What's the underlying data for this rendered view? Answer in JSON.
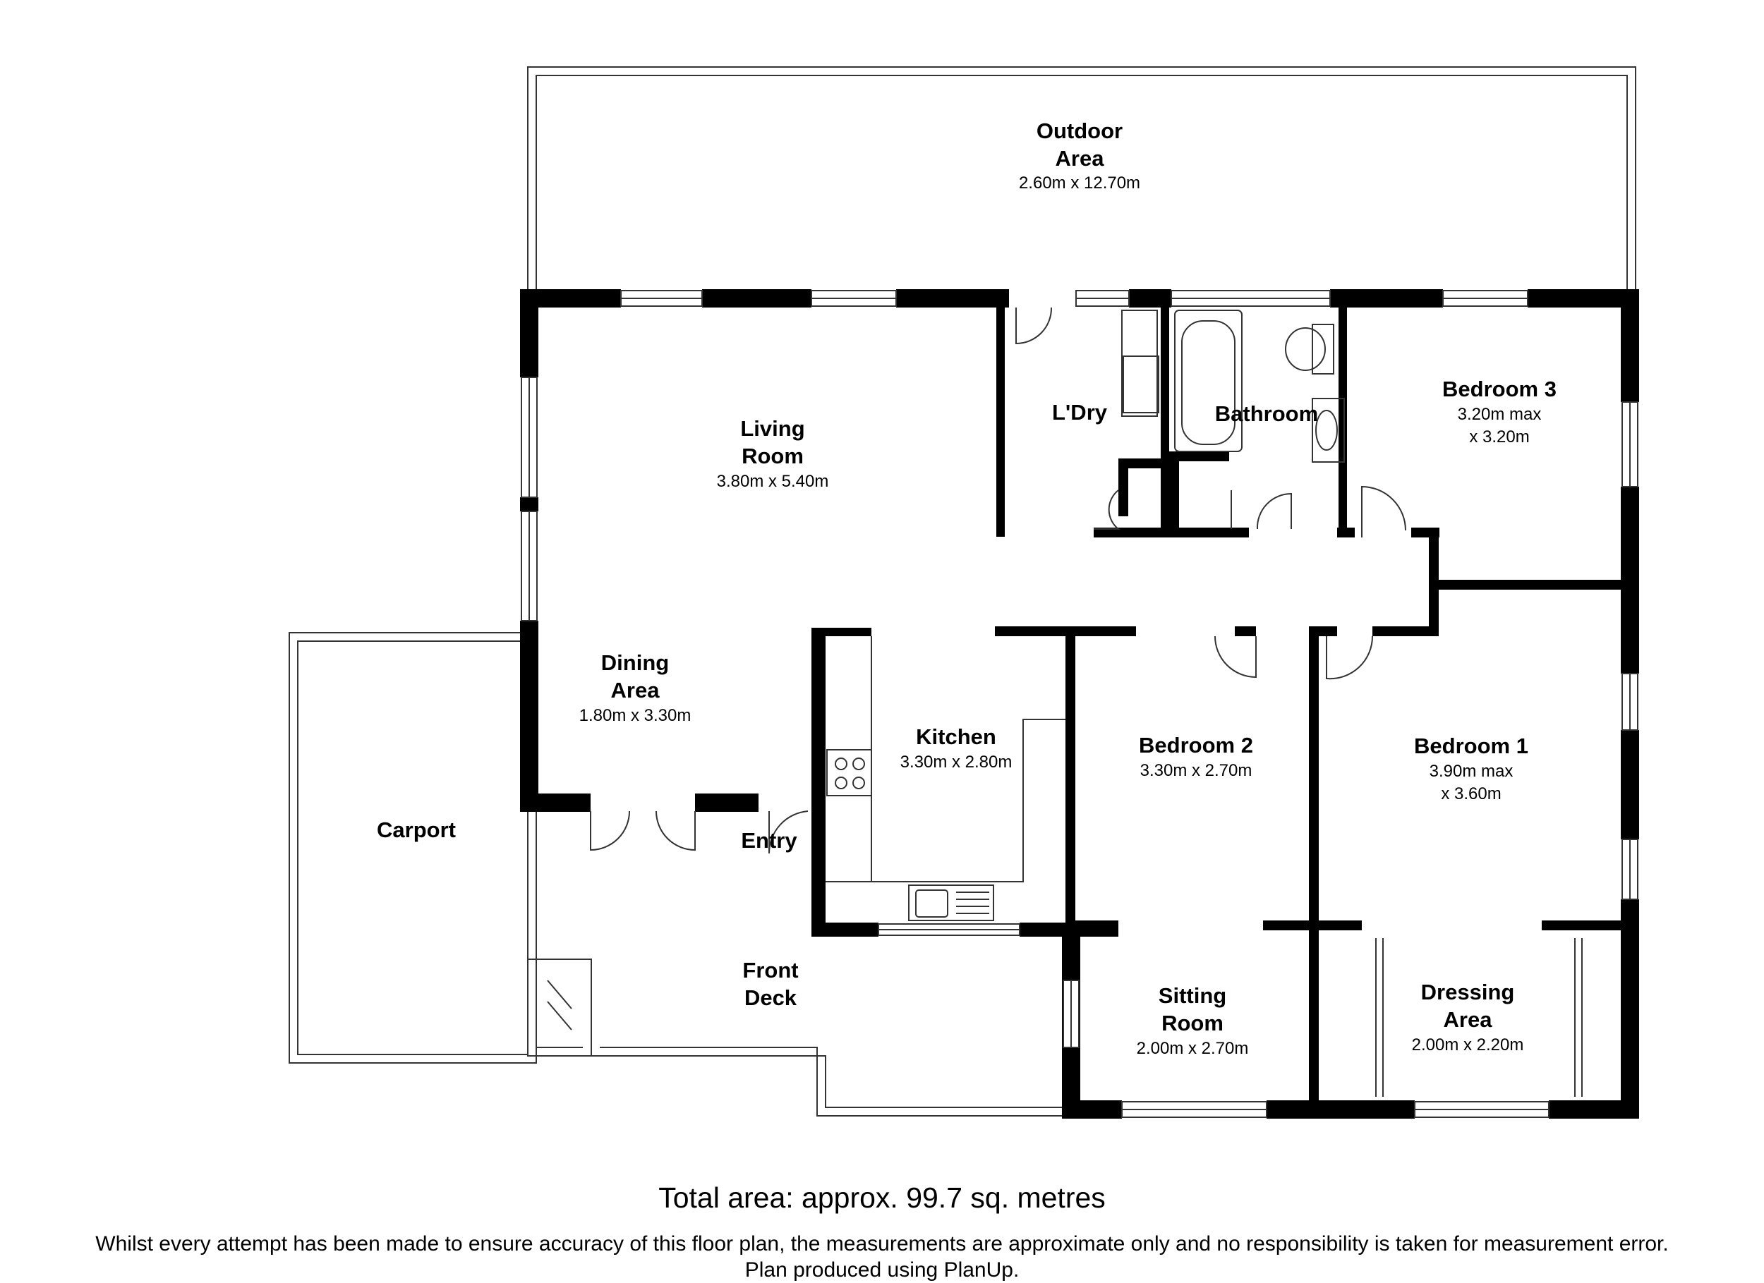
{
  "rooms": {
    "outdoor": {
      "line1": "Outdoor",
      "line2": "Area",
      "dims": "2.60m x 12.70m"
    },
    "living": {
      "line1": "Living",
      "line2": "Room",
      "dims": "3.80m x 5.40m"
    },
    "laundry": {
      "name": "L'Dry"
    },
    "bathroom": {
      "name": "Bathroom"
    },
    "bedroom3": {
      "name": "Bedroom 3",
      "dims1": "3.20m max",
      "dims2": "x 3.20m"
    },
    "dining": {
      "line1": "Dining",
      "line2": "Area",
      "dims": "1.80m x 3.30m"
    },
    "kitchen": {
      "name": "Kitchen",
      "dims": "3.30m x 2.80m"
    },
    "bedroom2": {
      "name": "Bedroom 2",
      "dims": "3.30m x 2.70m"
    },
    "bedroom1": {
      "name": "Bedroom 1",
      "dims1": "3.90m max",
      "dims2": "x 3.60m"
    },
    "carport": {
      "name": "Carport"
    },
    "entry": {
      "name": "Entry"
    },
    "frontdeck": {
      "line1": "Front",
      "line2": "Deck"
    },
    "sitting": {
      "line1": "Sitting",
      "line2": "Room",
      "dims": "2.00m x 2.70m"
    },
    "dressing": {
      "line1": "Dressing",
      "line2": "Area",
      "dims": "2.00m x 2.20m"
    }
  },
  "footer": {
    "total": "Total area: approx.  99.7 sq. metres",
    "disclaimer_line1": "Whilst every attempt has been made to ensure accuracy of this floor plan, the measurements are approximate only and no responsibility is taken for measurement error.",
    "disclaimer_line2": "Plan produced using PlanUp."
  },
  "colors": {
    "wall": "#000000",
    "line": "#333333",
    "background": "#ffffff"
  }
}
